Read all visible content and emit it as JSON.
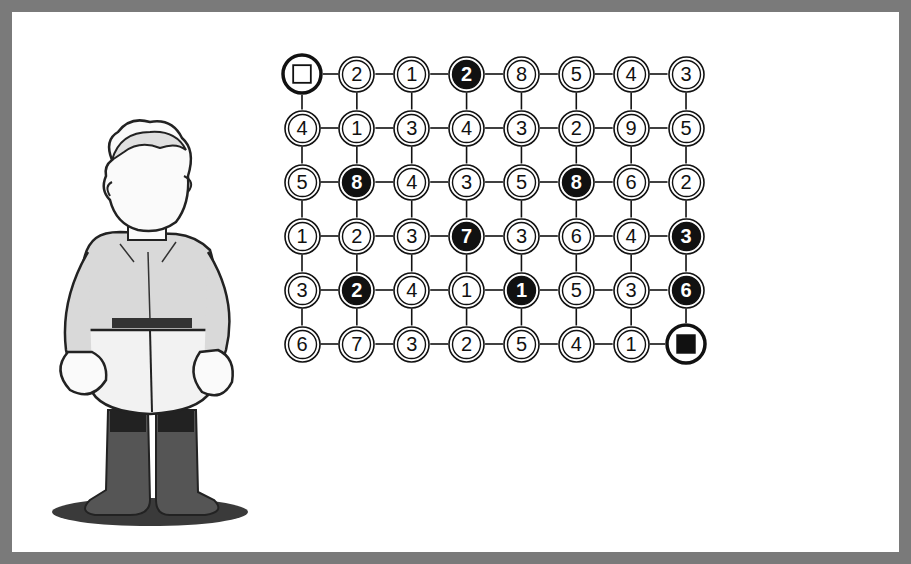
{
  "diagram": {
    "nodes": [
      {
        "text": []
      },
      {
        "text": [
          "2"
        ]
      },
      {
        "text": [
          "1"
        ]
      },
      {
        "text": [
          "2"
        ]
      },
      {
        "text": [
          "8"
        ]
      },
      {
        "text": [
          "5"
        ]
      },
      {
        "text": [
          "4"
        ]
      },
      {
        "text": [
          "3"
        ]
      },
      {
        "text": [
          "4"
        ]
      },
      {
        "text": [
          "1"
        ]
      },
      {
        "text": [
          "3"
        ]
      },
      {
        "text": [
          "4"
        ]
      },
      {
        "text": [
          "3"
        ]
      },
      {
        "text": [
          "2"
        ]
      },
      {
        "text": [
          "9"
        ]
      },
      {
        "text": [
          "5"
        ]
      },
      {
        "text": [
          "5"
        ]
      },
      {
        "text": [
          "8"
        ]
      },
      {
        "text": [
          "4"
        ]
      },
      {
        "text": [
          "3"
        ]
      },
      {
        "text": [
          "5"
        ]
      },
      {
        "text": [
          "8"
        ]
      },
      {
        "text": [
          "6"
        ]
      },
      {
        "text": [
          "2"
        ]
      },
      {
        "text": [
          "1"
        ]
      },
      {
        "text": [
          "2"
        ]
      },
      {
        "text": [
          "3"
        ]
      },
      {
        "text": [
          "7"
        ]
      },
      {
        "text": [
          "3"
        ]
      },
      {
        "text": [
          "6"
        ]
      },
      {
        "text": [
          "4"
        ]
      },
      {
        "text": [
          "3"
        ]
      },
      {
        "text": [
          "3"
        ]
      },
      {
        "text": [
          "2"
        ]
      },
      {
        "text": [
          "4"
        ]
      },
      {
        "text": [
          "1"
        ]
      },
      {
        "text": [
          "1"
        ]
      },
      {
        "text": [
          "5"
        ]
      },
      {
        "text": [
          "3"
        ]
      },
      {
        "text": [
          "6"
        ]
      },
      {
        "text": [
          "6"
        ]
      },
      {
        "text": [
          "7"
        ]
      },
      {
        "text": [
          "3"
        ]
      },
      {
        "text": [
          "2"
        ]
      },
      {
        "text": [
          "5"
        ]
      },
      {
        "text": [
          "4"
        ]
      },
      {
        "text": [
          "1"
        ]
      },
      {
        "text": []
      }
    ],
    "edges": [
      {
        "from": 0,
        "to": 1,
        "arrow": "none"
      },
      {
        "from": 1,
        "to": 2,
        "arrow": "none"
      },
      {
        "from": 2,
        "to": 3,
        "arrow": "none"
      },
      {
        "from": 3,
        "to": 4,
        "arrow": "none"
      },
      {
        "from": 4,
        "to": 5,
        "arrow": "none"
      },
      {
        "from": 5,
        "to": 6,
        "arrow": "none"
      },
      {
        "from": 6,
        "to": 7,
        "arrow": "none"
      },
      {
        "from": 8,
        "to": 9,
        "arrow": "none"
      },
      {
        "from": 9,
        "to": 10,
        "arrow": "none"
      },
      {
        "from": 10,
        "to": 11,
        "arrow": "none"
      },
      {
        "from": 11,
        "to": 12,
        "arrow": "none"
      },
      {
        "from": 12,
        "to": 13,
        "arrow": "none"
      },
      {
        "from": 13,
        "to": 14,
        "arrow": "none"
      },
      {
        "from": 14,
        "to": 15,
        "arrow": "none"
      },
      {
        "from": 16,
        "to": 17,
        "arrow": "none"
      },
      {
        "from": 17,
        "to": 18,
        "arrow": "none"
      },
      {
        "from": 18,
        "to": 19,
        "arrow": "none"
      },
      {
        "from": 19,
        "to": 20,
        "arrow": "none"
      },
      {
        "from": 20,
        "to": 21,
        "arrow": "none"
      },
      {
        "from": 21,
        "to": 22,
        "arrow": "none"
      },
      {
        "from": 22,
        "to": 23,
        "arrow": "none"
      },
      {
        "from": 24,
        "to": 25,
        "arrow": "none"
      },
      {
        "from": 25,
        "to": 26,
        "arrow": "none"
      },
      {
        "from": 26,
        "to": 27,
        "arrow": "none"
      },
      {
        "from": 27,
        "to": 28,
        "arrow": "none"
      },
      {
        "from": 28,
        "to": 29,
        "arrow": "none"
      },
      {
        "from": 29,
        "to": 30,
        "arrow": "none"
      },
      {
        "from": 30,
        "to": 31,
        "arrow": "none"
      },
      {
        "from": 32,
        "to": 33,
        "arrow": "none"
      },
      {
        "from": 33,
        "to": 34,
        "arrow": "none"
      },
      {
        "from": 34,
        "to": 35,
        "arrow": "none"
      },
      {
        "from": 35,
        "to": 36,
        "arrow": "none"
      },
      {
        "from": 36,
        "to": 37,
        "arrow": "none"
      },
      {
        "from": 37,
        "to": 38,
        "arrow": "none"
      },
      {
        "from": 38,
        "to": 39,
        "arrow": "none"
      },
      {
        "from": 40,
        "to": 41,
        "arrow": "none"
      },
      {
        "from": 41,
        "to": 42,
        "arrow": "none"
      },
      {
        "from": 42,
        "to": 43,
        "arrow": "none"
      },
      {
        "from": 43,
        "to": 44,
        "arrow": "none"
      },
      {
        "from": 44,
        "to": 45,
        "arrow": "none"
      },
      {
        "from": 45,
        "to": 46,
        "arrow": "none"
      },
      {
        "from": 46,
        "to": 47,
        "arrow": "none"
      },
      {
        "from": 0,
        "to": 8,
        "arrow": "none"
      },
      {
        "from": 1,
        "to": 9,
        "arrow": "none"
      },
      {
        "from": 2,
        "to": 10,
        "arrow": "none"
      },
      {
        "from": 3,
        "to": 11,
        "arrow": "none"
      },
      {
        "from": 4,
        "to": 12,
        "arrow": "none"
      },
      {
        "from": 5,
        "to": 13,
        "arrow": "none"
      },
      {
        "from": 6,
        "to": 14,
        "arrow": "none"
      },
      {
        "from": 7,
        "to": 15,
        "arrow": "none"
      },
      {
        "from": 8,
        "to": 16,
        "arrow": "none"
      },
      {
        "from": 9,
        "to": 17,
        "arrow": "none"
      },
      {
        "from": 10,
        "to": 18,
        "arrow": "none"
      },
      {
        "from": 11,
        "to": 19,
        "arrow": "none"
      },
      {
        "from": 12,
        "to": 20,
        "arrow": "none"
      },
      {
        "from": 13,
        "to": 21,
        "arrow": "none"
      },
      {
        "from": 14,
        "to": 22,
        "arrow": "none"
      },
      {
        "from": 15,
        "to": 23,
        "arrow": "none"
      },
      {
        "from": 16,
        "to": 24,
        "arrow": "none"
      },
      {
        "from": 17,
        "to": 25,
        "arrow": "none"
      },
      {
        "from": 18,
        "to": 26,
        "arrow": "none"
      },
      {
        "from": 19,
        "to": 27,
        "arrow": "none"
      },
      {
        "from": 20,
        "to": 28,
        "arrow": "none"
      },
      {
        "from": 21,
        "to": 29,
        "arrow": "none"
      },
      {
        "from": 22,
        "to": 30,
        "arrow": "none"
      },
      {
        "from": 23,
        "to": 31,
        "arrow": "none"
      },
      {
        "from": 24,
        "to": 32,
        "arrow": "none"
      },
      {
        "from": 25,
        "to": 33,
        "arrow": "none"
      },
      {
        "from": 26,
        "to": 34,
        "arrow": "none"
      },
      {
        "from": 27,
        "to": 35,
        "arrow": "none"
      },
      {
        "from": 28,
        "to": 36,
        "arrow": "none"
      },
      {
        "from": 29,
        "to": 37,
        "arrow": "none"
      },
      {
        "from": 30,
        "to": 38,
        "arrow": "none"
      },
      {
        "from": 31,
        "to": 39,
        "arrow": "none"
      },
      {
        "from": 32,
        "to": 40,
        "arrow": "none"
      },
      {
        "from": 33,
        "to": 41,
        "arrow": "none"
      },
      {
        "from": 34,
        "to": 42,
        "arrow": "none"
      },
      {
        "from": 35,
        "to": 43,
        "arrow": "none"
      },
      {
        "from": 36,
        "to": 44,
        "arrow": "none"
      },
      {
        "from": 37,
        "to": 45,
        "arrow": "none"
      },
      {
        "from": 38,
        "to": 46,
        "arrow": "none"
      },
      {
        "from": 39,
        "to": 47,
        "arrow": "none"
      }
    ]
  }
}
